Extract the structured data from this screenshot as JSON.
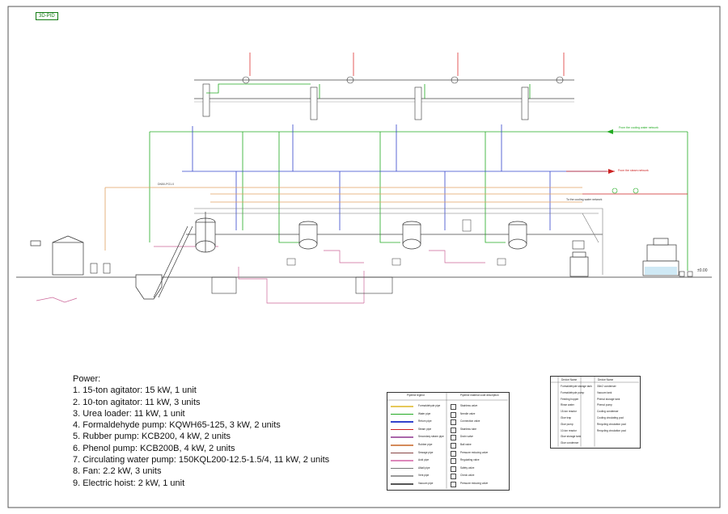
{
  "header": {
    "sheet_tag": "3D-PID"
  },
  "power": {
    "title": "Power:",
    "items": [
      "1. 15-ton agitator: 15 kW, 1 unit",
      "2. 10-ton agitator: 11 kW, 3 units",
      "3. Urea loader: 11 kW, 1 unit",
      "4. Formaldehyde pump: KQWH65-125, 3 kW, 2 units",
      "5. Rubber pump: KCB200, 4 kW, 2 units",
      "6. Phenol pump: KCB200B, 4 kW, 2 units",
      "7. Circulating water pump: 150KQL200-12.5-1.5/4, 11 kW, 2 units",
      "8. Fan: 2.2 kW, 3 units",
      "9. Electric hoist: 2 kW, 1 unit"
    ]
  },
  "legend": {
    "pipeline_header": "Pipeline legend",
    "fitting_header": "Pipeline material code description",
    "pipelines": [
      {
        "label": "Formaldehyde pipe",
        "color": "#e6c85a"
      },
      {
        "label": "Water pipe",
        "color": "#22aa22"
      },
      {
        "label": "Return pipe",
        "color": "#3344cc"
      },
      {
        "label": "Steam pipe",
        "color": "#cc2222"
      },
      {
        "label": "Secondary steam pipe",
        "color": "#aa66aa"
      },
      {
        "label": "Rubber pipe",
        "color": "#d48a5a"
      },
      {
        "label": "Sewage pipe",
        "color": "#884444"
      },
      {
        "label": "Acid pipe",
        "color": "#dd88bb"
      },
      {
        "label": "Alkali pipe",
        "color": "#777777"
      },
      {
        "label": "Vent pipe",
        "color": "#999999"
      },
      {
        "label": "Vacuum pipe",
        "color": "#555555"
      }
    ],
    "fittings": [
      "Stainless valve",
      "Needle valve",
      "Connection valve",
      "Stainless tube",
      "Drain valve",
      "Ball valve",
      "Pressure reducing valve",
      "Regulating valve",
      "Safety valve",
      "Check valve",
      "Pressure reducing valve"
    ]
  },
  "equipment": {
    "columns": [
      "Device Name",
      "Device Name"
    ],
    "left": [
      "Formaldehyde storage tank",
      "Formaldehyde pump",
      "Feeding hopper",
      "Rinse water",
      "15-ton reactor",
      "Glue trap",
      "Glue pump",
      "10-ton reactor",
      "Glue storage tank",
      "Glue condenser"
    ],
    "right": [
      "30m2 condenser",
      "Vacuum tank",
      "Phenol storage tank",
      "Phenol pump",
      "Cooling condenser",
      "Cooling circulating pool",
      "Recycling circulation pool",
      "Recycling circulation pool"
    ]
  },
  "annotations": {
    "cw_supply": "From the cooling water network",
    "steam_network": "From the steam network",
    "cw_return": "To the cooling water network",
    "pipe_code": "DN50-PG1.0",
    "elevation": "±0.00"
  }
}
